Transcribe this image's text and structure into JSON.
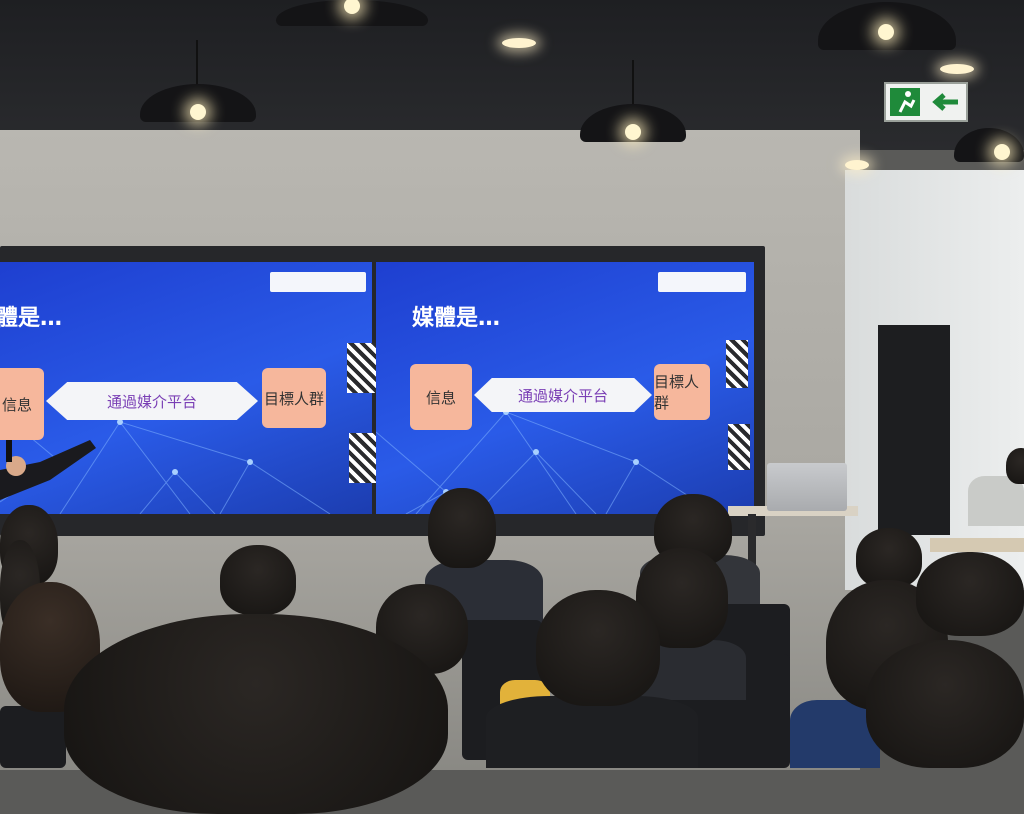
{
  "scene": {
    "description_colors": {
      "slide_bg": "#2a5be8",
      "box_fill": "#f6b79c",
      "arrow_fill": "#f4f5f8",
      "arrow_text": "#7a3fb5"
    }
  },
  "slides": {
    "left": {
      "title": "體是…",
      "source_box": "信息",
      "arrow_label": "通過媒介平台",
      "target_box": "目標人群"
    },
    "right": {
      "title": "媒體是…",
      "source_box": "信息",
      "arrow_label": "通過媒介平台",
      "target_box": "目標人群"
    }
  },
  "icons": {
    "exit": "emergency-exit-icon",
    "lamp": "pendant-lamp-icon",
    "microphone": "microphone-icon",
    "laptop": "laptop-icon"
  }
}
